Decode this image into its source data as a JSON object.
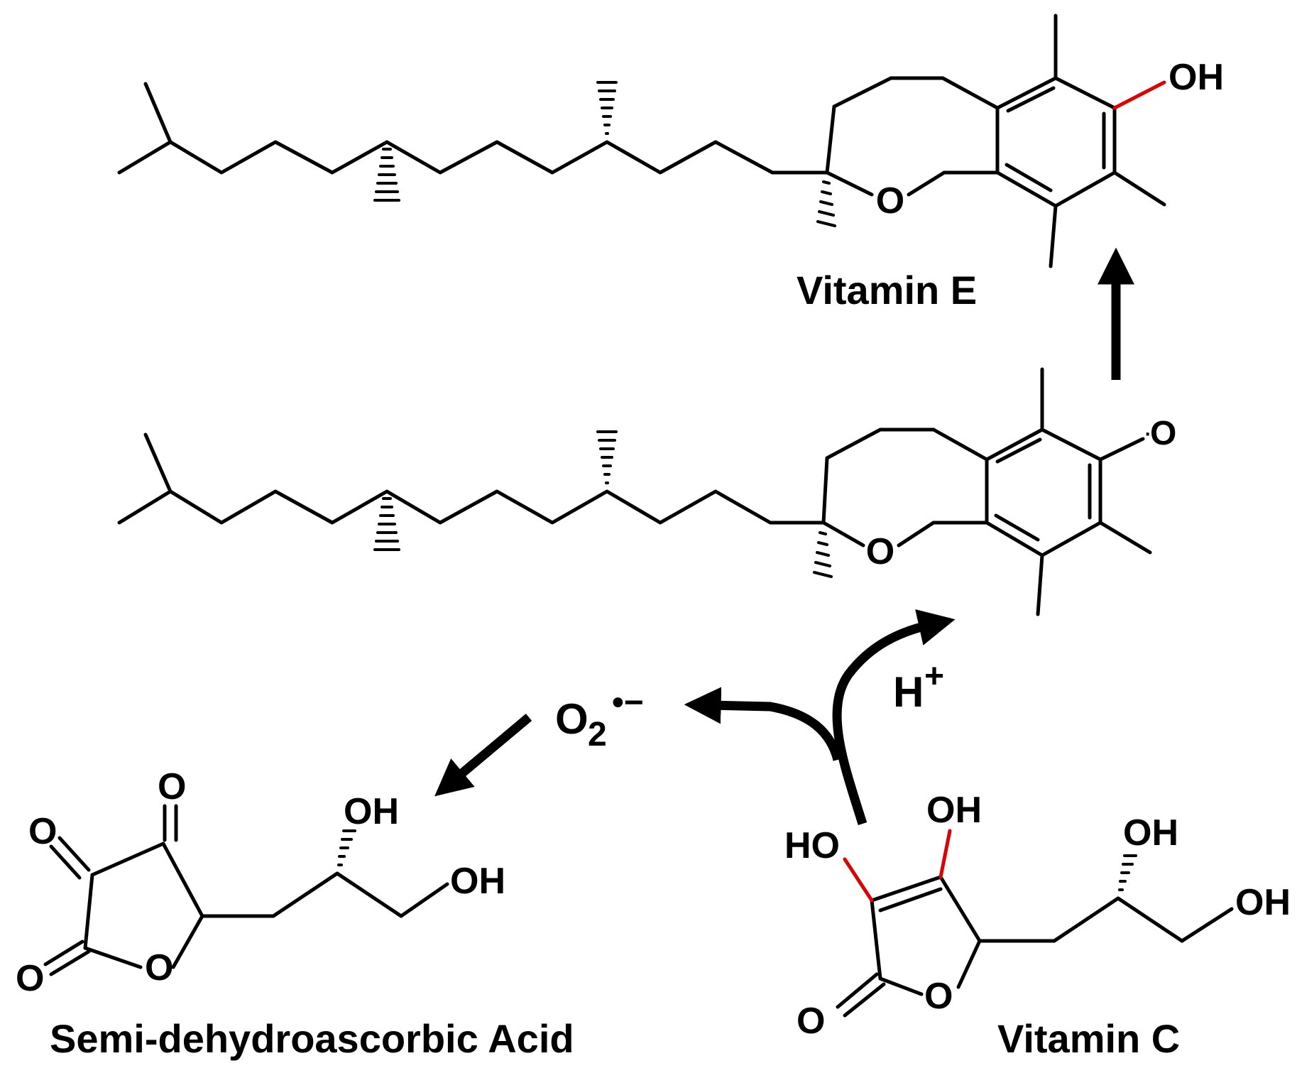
{
  "labels": {
    "vitamin_e": "Vitamin E",
    "vitamin_c": "Vitamin C",
    "semi_dehydroascorbic_acid": "Semi-dehydroascorbic Acid"
  },
  "species": {
    "proton_symbol": "H",
    "proton_charge": "+",
    "superoxide_symbol": "O",
    "superoxide_subscript": "2",
    "superoxide_charge": "•−"
  },
  "atoms": {
    "hydroxyl": "OH",
    "hydroxyl_left": "HO",
    "oxygen": "O",
    "radical_dot": "·"
  },
  "colors": {
    "bond": "#000000",
    "highlighted_bond": "#e00000",
    "background": "#ffffff"
  }
}
